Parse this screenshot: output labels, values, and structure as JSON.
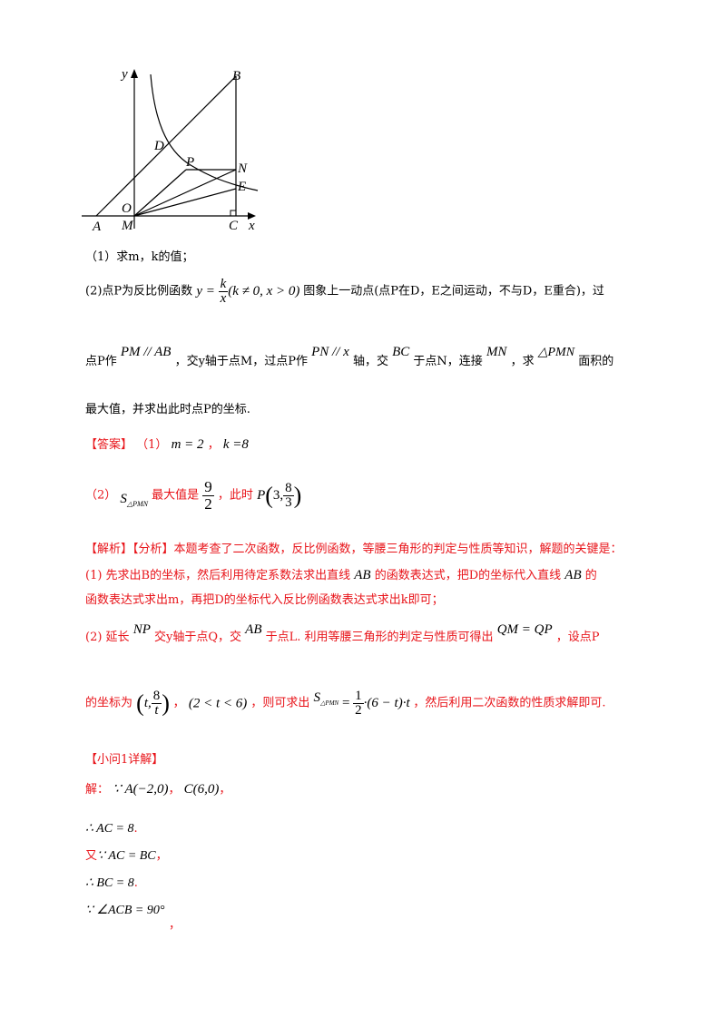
{
  "figure": {
    "labels": {
      "y": "y",
      "x": "x",
      "B": "B",
      "D": "D",
      "P": "P",
      "N": "N",
      "E": "E",
      "A": "A",
      "O": "O",
      "M": "M",
      "C": "C"
    }
  },
  "q1": "（1）求m，k的值；",
  "q2": {
    "line1_a": "(2)点P为反比例函数",
    "func_lhs": "y =",
    "func_num": "k",
    "func_den": "x",
    "func_cond": "(k ≠ 0, x > 0)",
    "line1_b": "图象上一动点(点P在D，E之间运动，不与D，E重合)，过",
    "line2_a": "点P作",
    "pm_ab": "PM // AB",
    "line2_b": "，交y轴于点M，过点P作",
    "pn_x": "PN // x",
    "line2_c": "轴，交",
    "bc": "BC",
    "line2_d": "于点N，连接",
    "mn": "MN",
    "line2_e": "，求",
    "tri_pmn": "△PMN",
    "line2_f": "面积的",
    "line3": "最大值，并求出此时点P的坐标."
  },
  "answer": {
    "tag": "【答案】",
    "part1_prefix": "（1）",
    "m": "m = 2",
    "sep": "，",
    "k": "k =8",
    "part2_prefix": "（2）",
    "s": "S",
    "s_sub": "△PMN",
    "max_text": "最大值是",
    "max_num": "9",
    "max_den": "2",
    "at_text": "，此时",
    "p_label": "P",
    "p_x": "3,",
    "p_num": "8",
    "p_den": "3"
  },
  "analysis": {
    "tag1": "【解析】",
    "tag2": "【分析】",
    "intro": "本题考查了二次函数，反比例函数，等腰三角形的判定与性质等知识，解题的关键是：",
    "p1_a": "(1) 先求出B的坐标，然后利用待定系数法求出直线",
    "ab1": "AB",
    "p1_b": "的函数表达式，把D的坐标代入直线",
    "ab2": "AB",
    "p1_c": "的",
    "p1_d": "函数表达式求出m，再把D的坐标代入反比例函数表达式求出k即可；",
    "p2_a": "(2) 延长",
    "np": "NP",
    "p2_b": "交y轴于点Q，交",
    "ab3": "AB",
    "p2_c": "于点L. 利用等腰三角形的判定与性质可得出",
    "qm_qp": "QM = QP",
    "p2_d": "，设点P",
    "p3_a": "的坐标为",
    "coord_t": "t,",
    "coord_num": "8",
    "coord_den": "t",
    "range": "(2 < t < 6)",
    "p3_b": "，则可求出",
    "s": "S",
    "s_sub": "△PMN",
    "eq": "=",
    "half_num": "1",
    "half_den": "2",
    "expr": "·(6 − t)·t",
    "p3_c": "，然后利用二次函数的性质求解即可."
  },
  "solution": {
    "tag": "【小问1详解】",
    "jie": "解：",
    "given": "∵ A(−2,0)",
    "comma1": "，",
    "c_pt": "C(6,0)",
    "comma2": "，",
    "l1": "∴ AC = 8",
    "you": "又",
    "l2": "∵ AC = BC",
    "l3": "∴ BC = 8",
    "l4": "∵ ∠ACB = 90°",
    "dot": ".",
    "comma": "，"
  }
}
